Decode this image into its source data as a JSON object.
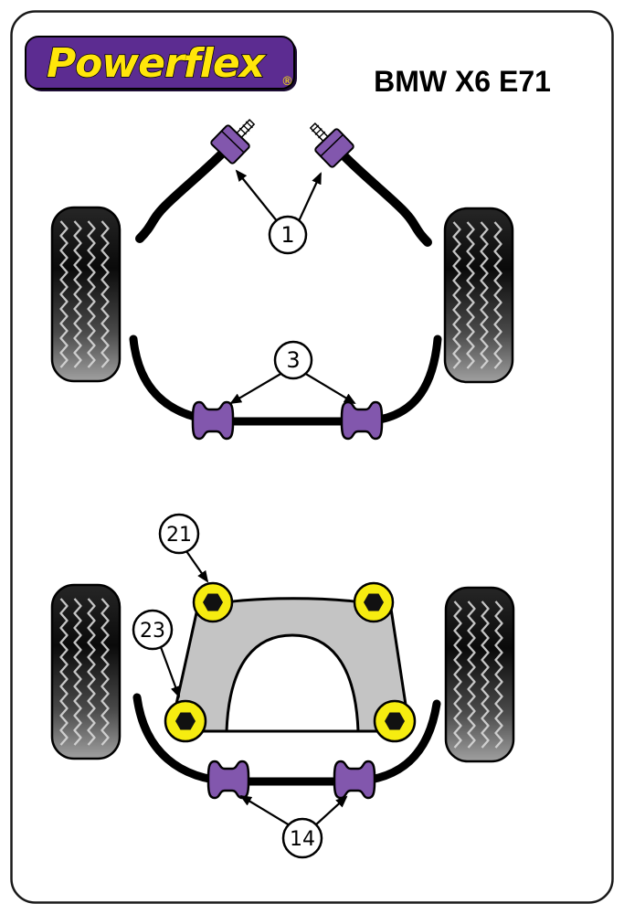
{
  "logo": {
    "brand": "Powerflex",
    "registered_mark": "®"
  },
  "header": {
    "model": "BMW X6 E71"
  },
  "callouts": {
    "front_drop_link": "1",
    "front_anti_roll_bar": "3",
    "rear_subframe_front": "21",
    "rear_subframe_rear": "23",
    "rear_anti_roll_bar": "14"
  },
  "colors": {
    "logo_purple": "#5c2c91",
    "logo_yellow": "#ffe60a",
    "bush_purple": "#8257ad",
    "bush_yellow": "#f6ec10",
    "subframe_grey": "#c4c4c4"
  }
}
